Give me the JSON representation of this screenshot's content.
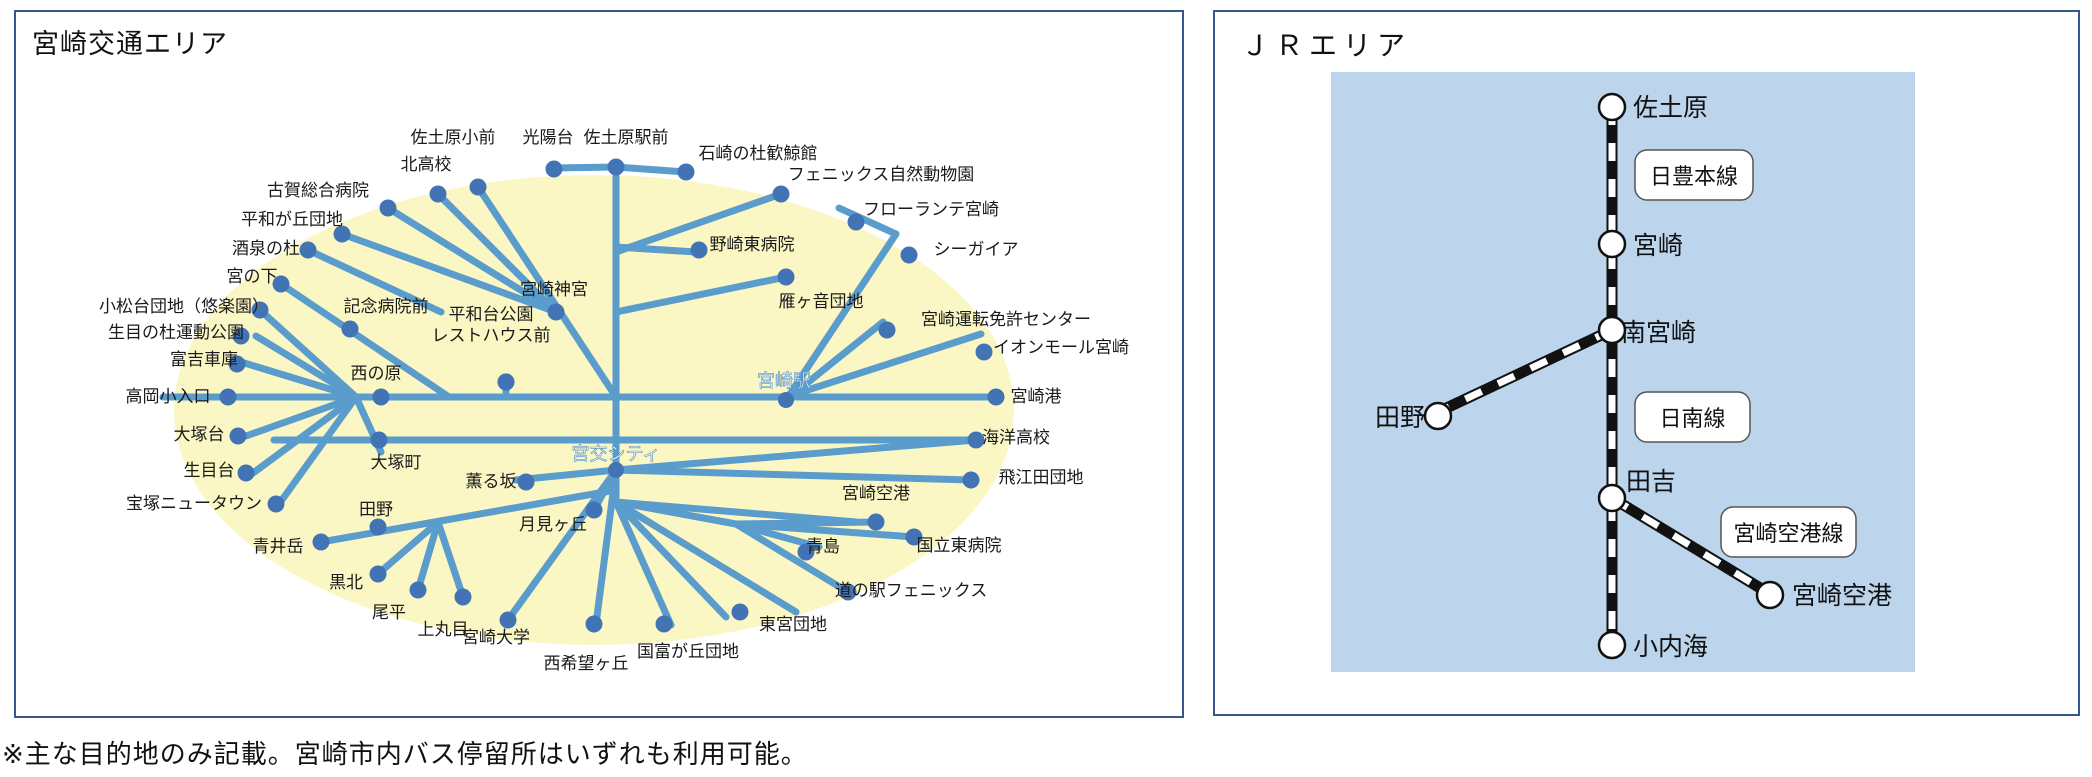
{
  "bus_area": {
    "title": "宮崎交通エリア",
    "hubs": [
      "宮崎駅",
      "宮交シティ"
    ],
    "stops": [
      "佐土原小前",
      "光陽台",
      "佐土原駅前",
      "石崎の杜歓鯨館",
      "フェニックス自然動物園",
      "北高校",
      "古賀総合病院",
      "平和が丘団地",
      "酒泉の杜",
      "宮の下",
      "フローランテ宮崎",
      "シーガイア",
      "野崎東病院",
      "宮崎神宮",
      "記念病院前",
      "平和台公園",
      "レストハウス前",
      "雁ヶ音団地",
      "小松台団地（悠楽園）",
      "生目の杜運動公園",
      "富吉車庫",
      "宮崎運転免許センター",
      "イオンモール宮崎",
      "西の原",
      "高岡小入口",
      "宮崎港",
      "大塚台",
      "大塚町",
      "海洋高校",
      "生目台",
      "宝塚ニュータウン",
      "薫る坂",
      "飛江田団地",
      "宮崎空港",
      "田野",
      "月見ヶ丘",
      "青井岳",
      "国立東病院",
      "青島",
      "黒北",
      "道の駅フェニックス",
      "尾平",
      "上丸目",
      "宮崎大学",
      "東宮団地",
      "国富が丘団地",
      "西希望ヶ丘"
    ]
  },
  "jr_area": {
    "title": "ＪＲエリア",
    "stations": [
      "佐土原",
      "宮崎",
      "南宮崎",
      "田野",
      "田吉",
      "宮崎空港",
      "小内海"
    ],
    "lines": [
      "日豊本線",
      "日南線",
      "宮崎空港線"
    ]
  },
  "footnote": "※主な目的地のみ記載。宮崎市内バス停留所はいずれも利用可能。",
  "colors": {
    "route": "#5a9ccc",
    "stop": "#4273b5",
    "area_fill": "#fbf7c4",
    "jr_bg": "#bcd5ed",
    "border": "#35578a"
  }
}
